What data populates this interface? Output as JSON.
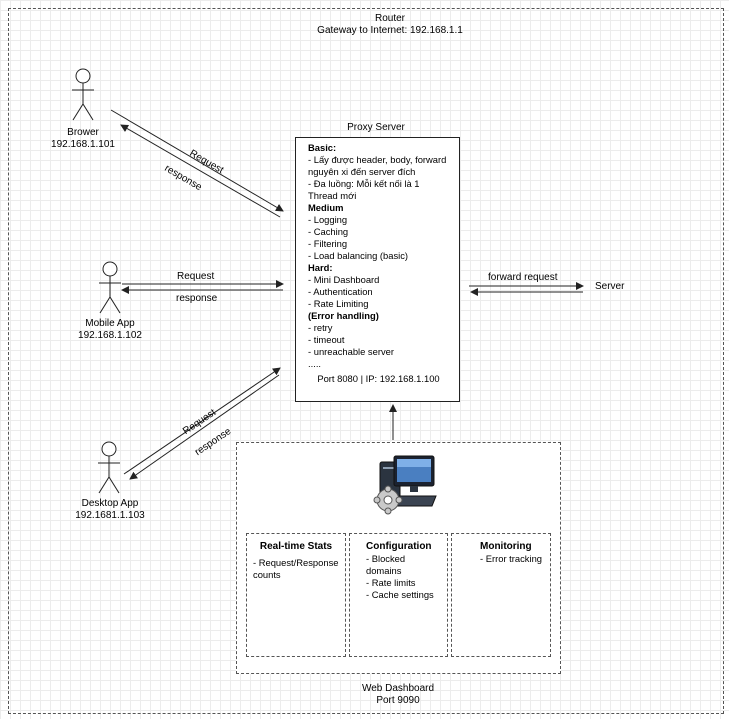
{
  "router": {
    "title": "Router",
    "subtitle": "Gateway to Internet: 192.168.1.1"
  },
  "proxy": {
    "title": "Proxy Server",
    "sections": [
      {
        "heading": "Basic:",
        "items": [
          "- Lấy được header, body, forward nguyên xi đến server đích",
          "- Đa luồng: Mỗi kết nối là 1 Thread mới"
        ]
      },
      {
        "heading": "Medium",
        "items": [
          "- Logging",
          "- Caching",
          "- Filtering",
          "- Load balancing (basic)"
        ]
      },
      {
        "heading": "Hard:",
        "items": [
          "- Mini Dashboard",
          "- Authentication",
          "- Rate Limiting"
        ]
      },
      {
        "heading": "(Error handling)",
        "items": [
          "- retry",
          "- timeout",
          "- unreachable server",
          "....."
        ]
      }
    ],
    "footer": "Port 8080 | IP: 192.168.1.100"
  },
  "actors": {
    "browser": {
      "name": "Brower",
      "ip": "192.168.1.101"
    },
    "mobile": {
      "name": "Mobile App",
      "ip": "192.168.1.102"
    },
    "desktop": {
      "name": "Desktop App",
      "ip": "192.1681.1.103"
    }
  },
  "edges": {
    "request": "Request",
    "response": "response",
    "forward_request": "forward request"
  },
  "server": {
    "label": "Server"
  },
  "dashboard": {
    "title": "Web Dashboard",
    "port": "Port 9090",
    "icon": "computer-icon",
    "panels": [
      {
        "title": "Real-time Stats",
        "items": [
          "- Request/Response counts"
        ]
      },
      {
        "title": "Configuration",
        "items": [
          "- Blocked domains",
          "- Rate limits",
          "- Cache settings"
        ]
      },
      {
        "title": "Monitoring",
        "items": [
          "- Error tracking"
        ]
      }
    ]
  },
  "colors": {
    "line": "#222222",
    "grid": "#ececec",
    "border": "#555555"
  }
}
